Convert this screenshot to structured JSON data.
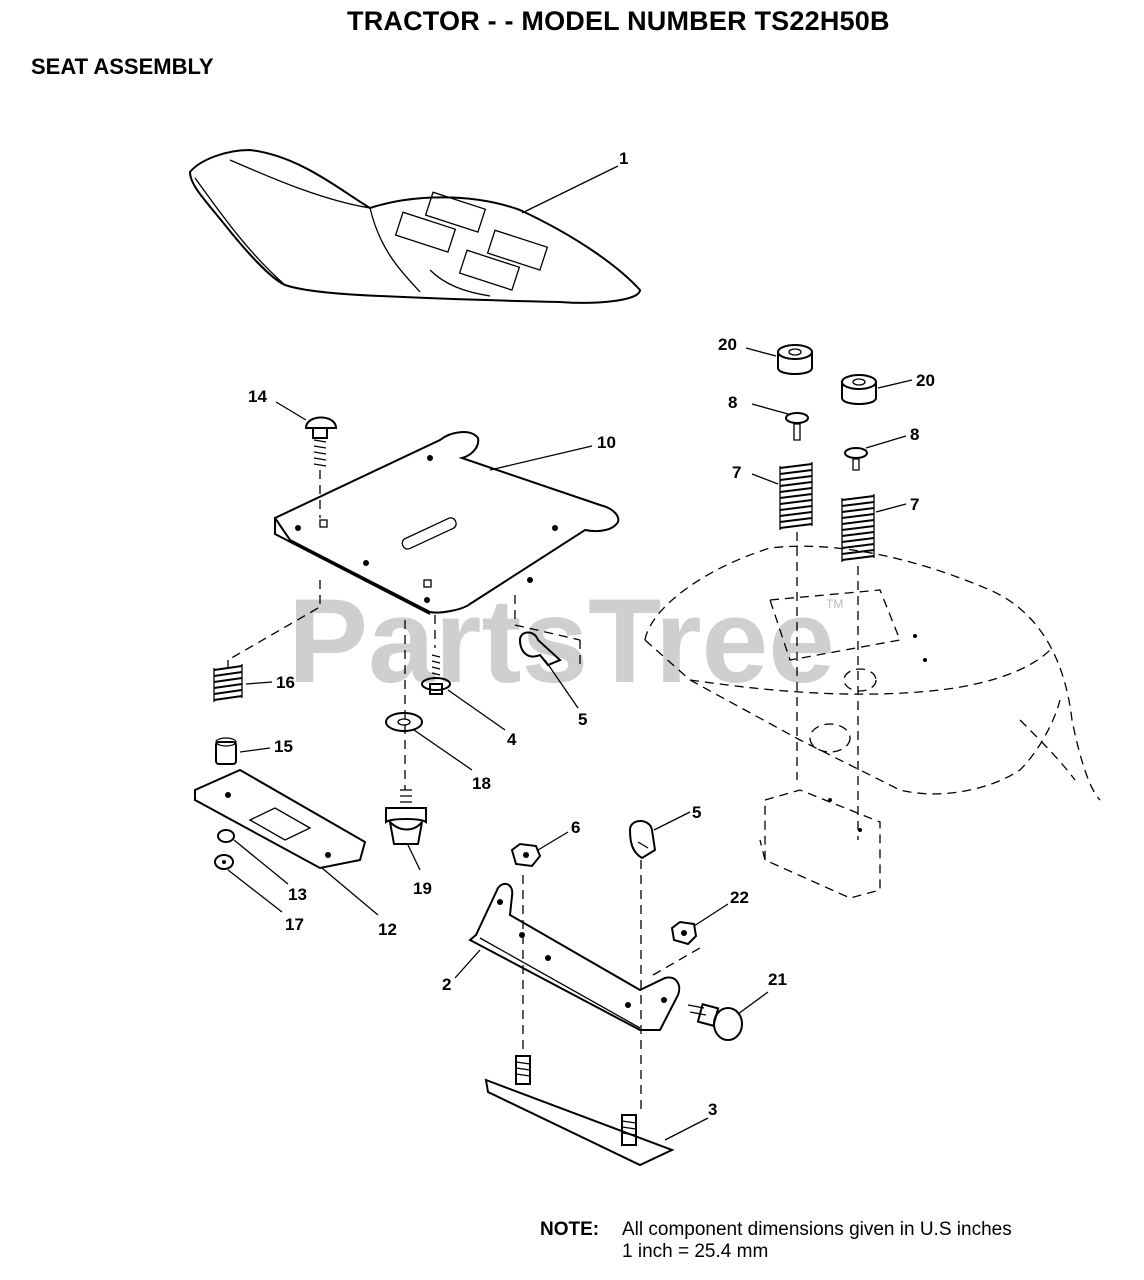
{
  "header": {
    "title": "TRACTOR - - MODEL NUMBER TS22H50B",
    "section": "SEAT ASSEMBLY"
  },
  "watermark": {
    "text": "PartsTree",
    "trademark": "TM"
  },
  "callouts": {
    "c1": "1",
    "c2": "2",
    "c3": "3",
    "c4": "4",
    "c5a": "5",
    "c5b": "5",
    "c6": "6",
    "c7a": "7",
    "c7b": "7",
    "c8a": "8",
    "c8b": "8",
    "c10": "10",
    "c12": "12",
    "c13": "13",
    "c14": "14",
    "c15": "15",
    "c16": "16",
    "c17": "17",
    "c18": "18",
    "c19": "19",
    "c20a": "20",
    "c20b": "20",
    "c21": "21",
    "c22": "22"
  },
  "note": {
    "label": "NOTE:",
    "line1": "All component dimensions given in U.S  inches",
    "line2": "1 inch = 25.4 mm"
  }
}
